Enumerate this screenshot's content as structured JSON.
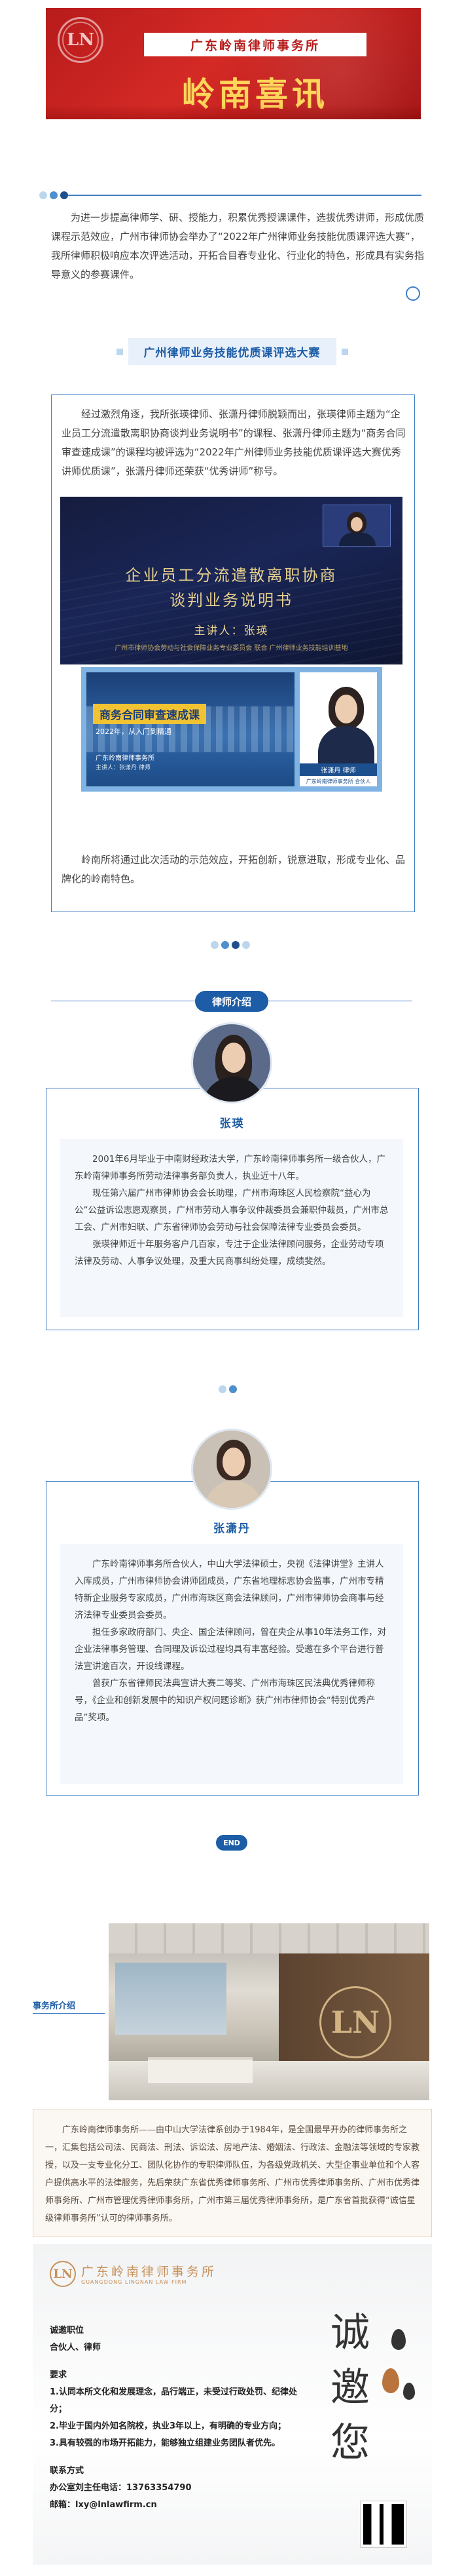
{
  "banner": {
    "firm_name": "广东岭南律师事务所",
    "headline": "岭南喜讯",
    "seal_letters": "LN"
  },
  "intro": {
    "text": "为进一步提高律师学、研、授能力，积累优秀授课课件，选拔优秀讲师，形成优质课程示范效应，广州市律师协会举办了“2022年广州律师业务技能优质课评选大赛”，我所律师积极响应本次评选活动，开拓合目春专业化、行业化的特色，形成具有实务指导意义的参赛课件。"
  },
  "section1": {
    "label": "广州律师业务技能优质课评选大赛",
    "para1": "经过激烈角逐，我所张瑛律师、张潇丹律师脱颖而出，张瑛律师主题为“企业员工分流遣散离职协商谈判业务说明书”的课程、张潇丹律师主题为“商务合同审查速成课”的课程均被评选为“2022年广州律师业务技能优质课评选大赛优秀讲师优质课”，张潇丹律师还荣获“优秀讲师”称号。",
    "para2": "岭南所将通过此次活动的示范效应，开拓创新，锐意进取，形成专业化、品牌化的岭南特色。",
    "video": {
      "title_line1": "企业员工分流遣散离职协商",
      "title_line2": "谈判业务说明书",
      "host": "主讲人：张瑛",
      "org": "广州市律师协会劳动与社会保障业务专业委员会  联合  广州律师业务技能培训基地"
    },
    "course": {
      "title": "商务合同审查速成课",
      "subtitle": "2022年，从入门到精通",
      "firm": "广东岭南律师事务所",
      "host": "主讲人：张潇丹 律师",
      "speaker_caption": "张潇丹 律师",
      "speaker_caption2": "广东岭南律师事务所 合伙人"
    }
  },
  "lawyers_label": "律师介绍",
  "lawyer1": {
    "name": "张瑛",
    "bio1": "2001年6月毕业于中南财经政法大学，广东岭南律师事务所一级合伙人，广东岭南律师事务所劳动法律事务部负责人，执业近十八年。",
    "bio2": "现任第六届广州市律师协会会长助理，广州市海珠区人民检察院“益心为公”公益诉讼志愿观察员，广州市劳动人事争议仲裁委员会兼职仲裁员，广州市总工会、广州市妇联、广东省律师协会劳动与社会保障法律专业委员会委员。",
    "bio3": "张瑛律师近十年服务客户几百家，专注于企业法律顾问服务，企业劳动专项法律及劳动、人事争议处理，及重大民商事纠纷处理，成绩斐然。"
  },
  "lawyer2": {
    "name": "张潇丹",
    "bio1": "广东岭南律师事务所合伙人，中山大学法律硕士，央视《法律讲堂》主讲人入库成员，广州市律师协会讲师团成员，广东省地理标志协会监事，广州市专精特新企业服务专家成员，广州市海珠区商会法律顾问，广州市律师协会商事与经济法律专业委员会委员。",
    "bio2": "担任多家政府部门、央企、国企法律顾问，曾在央企从事10年法务工作，对企业法律事务管理、合同理及诉讼过程均具有丰富经验。受邀在多个平台进行普法宣讲逾百次，开设线课程。",
    "bio3": "曾获广东省律师民法典宣讲大赛二等奖、广州市海珠区民法典优秀律师称号，《企业和创新发展中的知识产权问题诊断》获广州市律师协会“特别优秀产品”奖项。"
  },
  "end_label": "END",
  "firm_intro": {
    "label": "事务所介绍",
    "logo_letters": "LN",
    "text": "广东岭南律师事务所——由中山大学法律系创办于1984年，是全国最早开办的律师事务所之一，汇集包括公司法、民商法、刑法、诉讼法、房地产法、婚姻法、行政法、金融法等领域的专家教授，以及一支专业化分工、团队化协作的专职律师队伍，为各级党政机关、大型企事业单位和个人客户提供高水平的法律服务，先后荣获广东省优秀律师事务所、广州市优秀律师事务所、广州市优秀律师事务所、广州市管理优秀律师事务所，广州市第三届优秀律师事务所，是广东省首批获得“诚信星级律师事务所”认可的律师事务所。"
  },
  "recruit": {
    "firm_name": "广东岭南律师事务所",
    "firm_name_en": "GUANGDONG LINGNAN LAW FIRM",
    "logo_letters": "LN",
    "invite_chars": [
      "诚",
      "邀",
      "您"
    ],
    "positions_heading": "诚邀职位",
    "positions": "合伙人、律师",
    "req_heading": "要求",
    "req1": "1.认同本所文化和发展理念，品行端正，未受过行政处罚、纪律处分；",
    "req2": "2.毕业于国内外知名院校，执业3年以上，有明确的专业方向；",
    "req3": "3.具有较强的市场开拓能力，能够独立组建业务团队者优先。",
    "contact_heading": "联系方式",
    "phone": "办公室刘主任电话：13763354790",
    "email": "邮箱：lxy@lnlawfirm.cn"
  }
}
